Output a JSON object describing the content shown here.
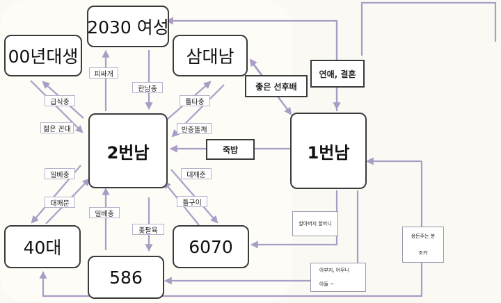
{
  "colors": {
    "arrow": "#a99dc6",
    "node_border": "#3a3a3a"
  },
  "nodes": {
    "women_2030": "2030 여성",
    "born_00s": "00년대생",
    "samdaenam": "삼대남",
    "second_son": "2번남",
    "first_son": "1번남",
    "forties": "40대",
    "sixty_seventy": "6070",
    "gen_586": "586"
  },
  "edge_labels": {
    "pissagae": "피싸개",
    "hannamchung": "한남충",
    "geupsikchung": "급식충",
    "jeolmeun_kkondae": "젊은 꼰대",
    "ilbechung_left": "일베충",
    "daekkamun": "대깨문",
    "teultachung": "틀타충",
    "banjungttolgae": "반중똘깨",
    "daekkajun": "대깨준",
    "teulgui": "틀구이",
    "ilbechung_mid": "일베충",
    "jongpalyuk": "좆팔육",
    "good_seniors": "좋은 선후배",
    "dating_marriage": "연애, 결혼",
    "juukbap": "죽밥",
    "grandparents": "할아버지 할머니",
    "parents_line1": "아부지, 어무니",
    "parents_line2": "아들 ~",
    "money_line1": "용돈주는 분",
    "money_line2": "조카"
  }
}
